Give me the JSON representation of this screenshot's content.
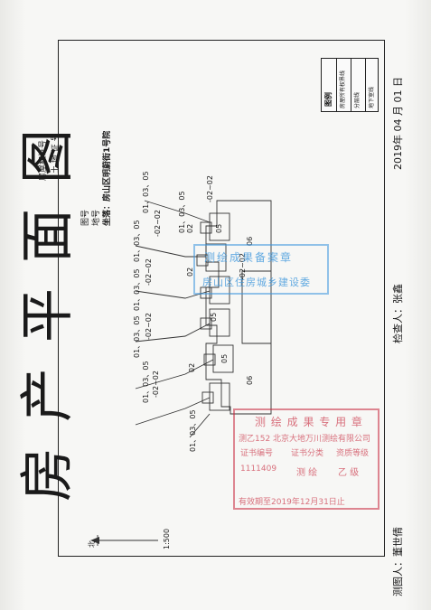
{
  "header": {
    "title": "房产平面图",
    "cert_label": "房屋权证号",
    "land_label": "土 地 证 号"
  },
  "info": {
    "tu_hao": "图号",
    "di_hao": "地号",
    "zuoluo": "坐落：房山区明蔚街1号院"
  },
  "legend": {
    "title": "图例",
    "items": [
      "房屋所有权界线",
      "分层线",
      "地下室线"
    ]
  },
  "plan": {
    "scale": "1:500",
    "north": "北",
    "floor_labels": [
      "01、03、05",
      "01、03、05",
      "01、03、05",
      "01、03、05",
      "01、03、05",
      "01、03、05",
      "01、03、05"
    ],
    "level_labels": [
      "-02~02",
      "-02~02",
      "-02~02",
      "-02~02",
      "-02~02",
      "-02~02"
    ],
    "room_labels": [
      "02",
      "05",
      "06",
      "02",
      "05",
      "02",
      "05",
      "06"
    ]
  },
  "blue_stamp": {
    "line1": "测绘成果备案章",
    "line2": "房山区住房城乡建设委"
  },
  "red_stamp": {
    "title": "测 绘 成 果 专 用 章",
    "company": "测乙152 北京大地万川测绘有限公司",
    "header_row": [
      "证书编号",
      "证书分类",
      "资质等级"
    ],
    "value_row": [
      "1111409",
      "测 绘",
      "乙 级"
    ],
    "validity": "有效期至2019年12月31日止"
  },
  "footer": {
    "checker": "检查人：张鑫",
    "drawer": "测图人：董世倩",
    "date": "2019年  04  月  01  日"
  }
}
